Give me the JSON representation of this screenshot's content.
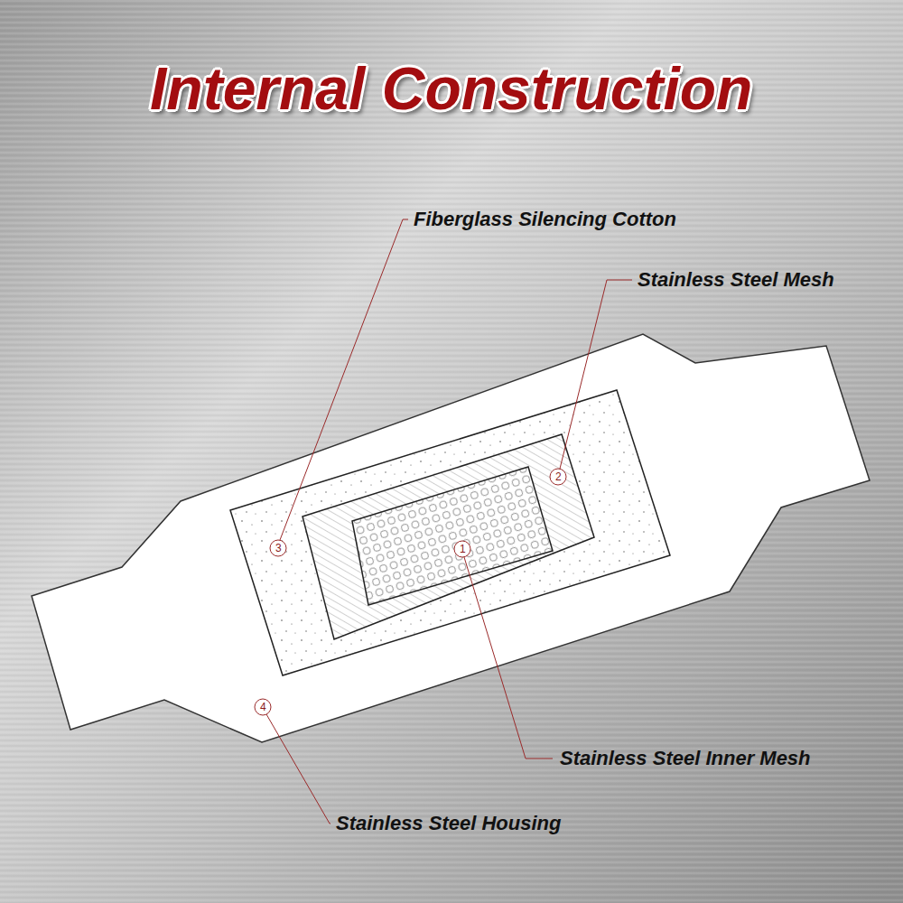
{
  "diagram": {
    "title": "Internal Construction",
    "labels": [
      "Fiberglass Silencing Cotton",
      "Stainless Steel Mesh",
      "3",
      "2",
      "1",
      "4",
      "Stainless Steel Inner Mesh",
      "Stainless Steel Housing"
    ]
  }
}
